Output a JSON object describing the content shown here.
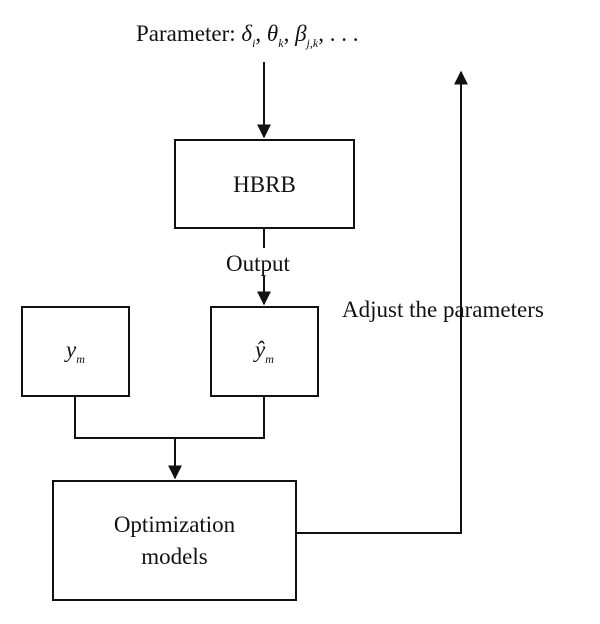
{
  "header": {
    "prefix": "Parameter:",
    "symbols": [
      {
        "sym": "δ",
        "sub": "i"
      },
      {
        "sym": "θ",
        "sub": "k"
      },
      {
        "sym": "β",
        "sub": "j,k"
      }
    ],
    "separator": ",",
    "ellipsis": ". . ."
  },
  "nodes": {
    "hbrb": "HBRB",
    "output_label": "Output",
    "y_actual": {
      "sym": "y",
      "sub": "m"
    },
    "y_pred": {
      "sym": "ŷ",
      "sub": "m"
    },
    "optimization": {
      "line1": "Optimization",
      "line2": "models"
    }
  },
  "feedback_label": "Adjust the parameters"
}
